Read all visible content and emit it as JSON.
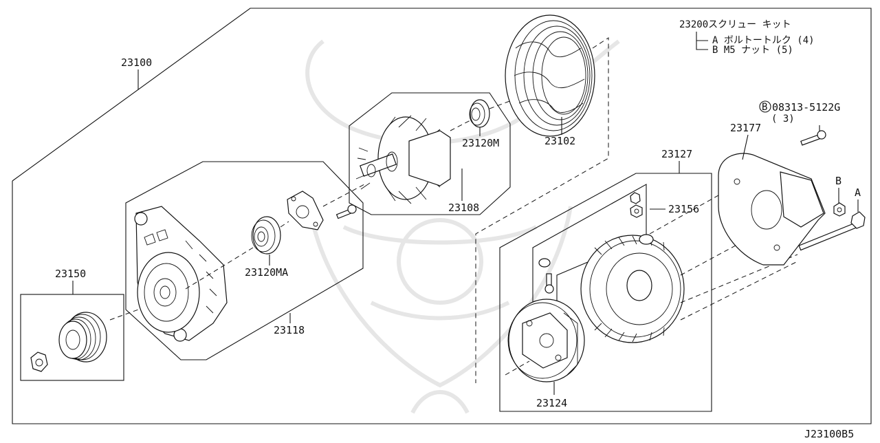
{
  "diagram": {
    "code": "J23100B5",
    "legend": {
      "kit": "23200スクリュー キット",
      "item_a": "A ボルトートルク (4)",
      "item_b": "B M5 ナット (5)"
    },
    "bolt_ref": {
      "code": "08313-5122G",
      "marker": "B",
      "qty": "( 3)"
    },
    "markers": {
      "a": "A",
      "b": "B"
    },
    "parts": {
      "p23100": "23100",
      "p23150": "23150",
      "p23118": "23118",
      "p23120ma": "23120MA",
      "p23108": "23108",
      "p23120m": "23120M",
      "p23102": "23102",
      "p23127": "23127",
      "p23156": "23156",
      "p23124": "23124",
      "p23177": "23177"
    }
  }
}
